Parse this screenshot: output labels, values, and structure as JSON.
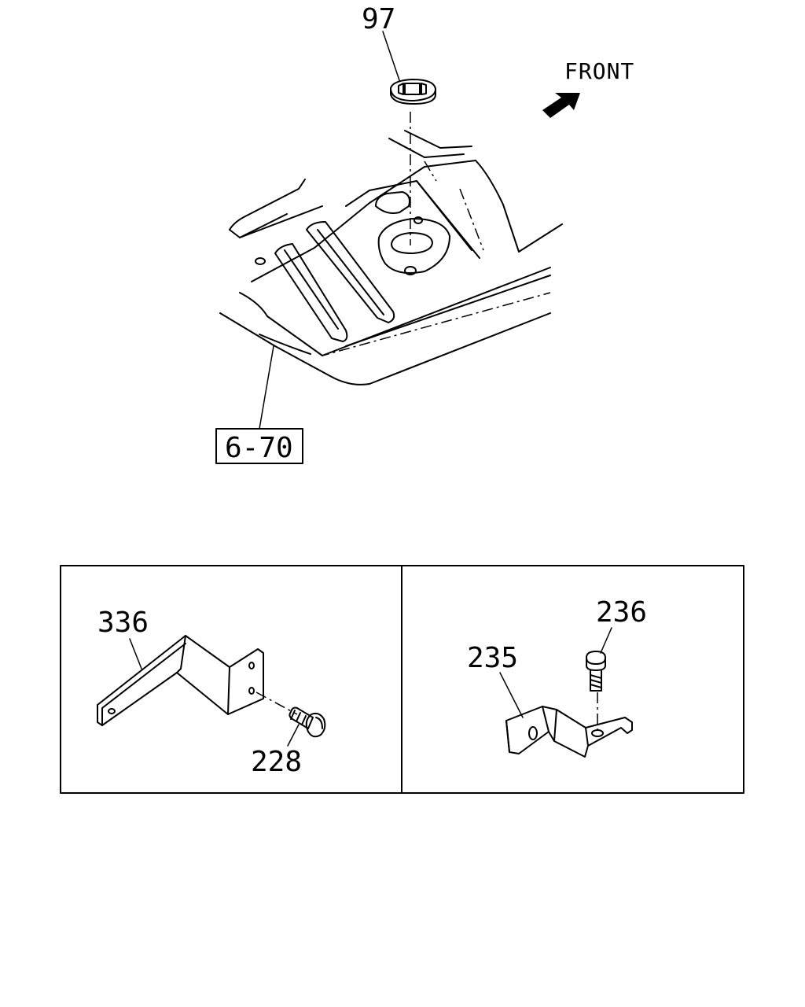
{
  "diagram": {
    "labels": {
      "grommet": "97",
      "front": "FRONT",
      "reference": "6-70",
      "bracket_left": "336",
      "bolt_left": "228",
      "bracket_right": "235",
      "bolt_right": "236"
    }
  }
}
